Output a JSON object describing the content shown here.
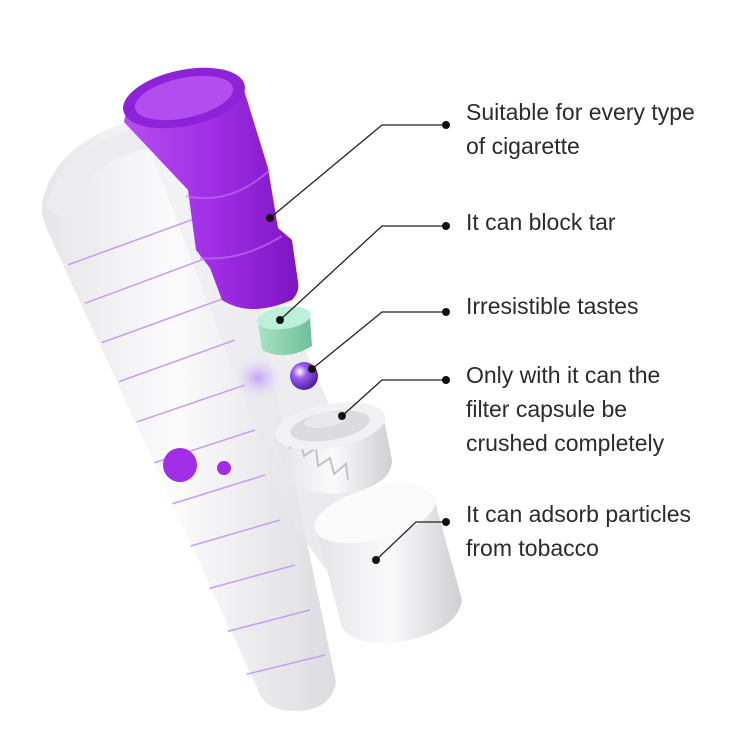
{
  "callouts": [
    {
      "text": "Suitable for every type\nof cigarette",
      "part": "mouthpiece"
    },
    {
      "text": "It can block tar",
      "part": "tar-filter"
    },
    {
      "text": "Irresistible tastes",
      "part": "flavor-bead"
    },
    {
      "text": "Only with it can the\nfilter capsule be\ncrushed completely",
      "part": "crusher-gear"
    },
    {
      "text": "It can adsorb particles\nfrom tobacco",
      "part": "adsorption-filter"
    }
  ],
  "colors": {
    "accent_purple": "#a12ee6",
    "stripe_purple": "#c9a0ec",
    "tar_filter_green": "#8fd6b4",
    "tube_white": "#f4f4f6",
    "leader_line": "#222222",
    "text": "#2b2b2b"
  }
}
